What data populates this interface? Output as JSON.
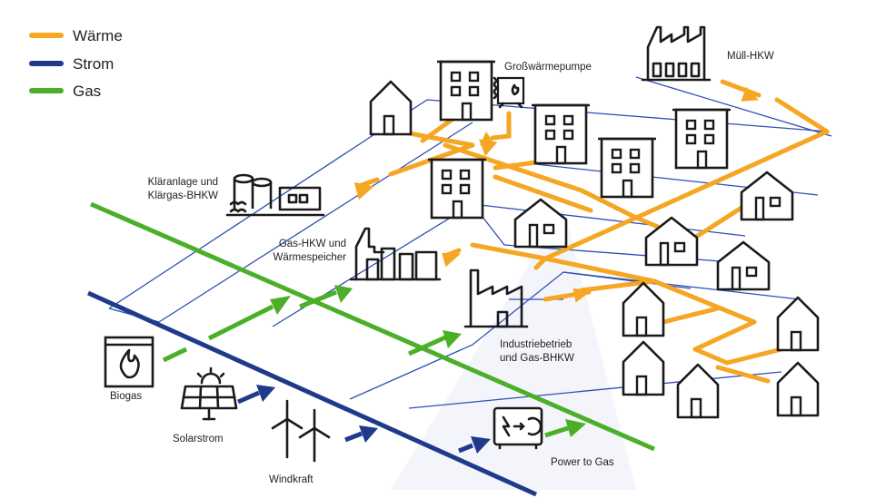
{
  "legend": [
    {
      "label": "Wärme",
      "color": "#f5a623"
    },
    {
      "label": "Strom",
      "color": "#1e3a8a"
    },
    {
      "label": "Gas",
      "color": "#4caf28"
    }
  ],
  "labels": {
    "grosswaermepumpe": "Großwärmepumpe",
    "muell_hkw": "Müll-HKW",
    "klaeranlage_line1": "Kläranlage und",
    "klaeranlage_line2": "Klärgas-BHKW",
    "gas_hkw_line1": "Gas-HKW und",
    "gas_hkw_line2": "Wärmespeicher",
    "industrie_line1": "Industriebetrieb",
    "industrie_line2": "und Gas-BHKW",
    "biogas": "Biogas",
    "solarstrom": "Solarstrom",
    "windkraft": "Windkraft",
    "power_to_gas": "Power to Gas"
  },
  "icons": [
    "flame-icon",
    "solar-panel-icon",
    "wind-turbine-icon",
    "power-to-gas-icon",
    "factory-icon",
    "house-icon",
    "apartment-building-icon",
    "heat-pump-icon",
    "treatment-plant-icon",
    "chp-plant-icon"
  ]
}
